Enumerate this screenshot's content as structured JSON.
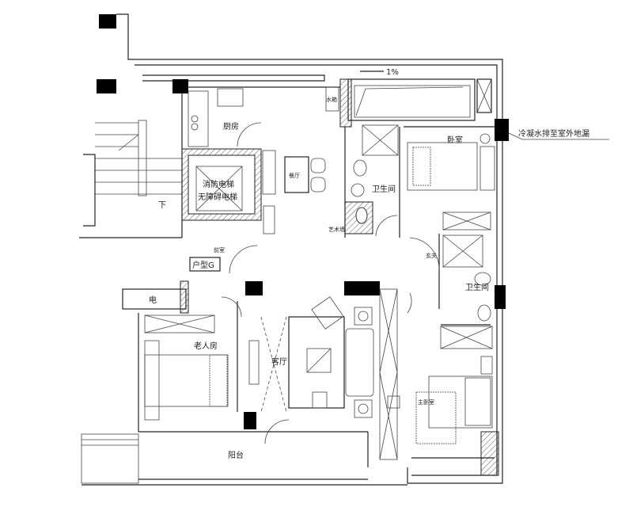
{
  "plan": {
    "unit_type": "户型G",
    "slope": "1%",
    "condensate_note": "冷凝水排至室外地漏",
    "rooms": {
      "bedroom": "卧室",
      "water_tank": "水箱",
      "kitchen": "厨房",
      "elevator_fire": "消防电梯",
      "elevator_accessible": "无障碍电梯",
      "dining": "餐厅",
      "stair_down": "下",
      "bathroom_1": "卫生间",
      "bathroom_2": "卫生间",
      "feature_wall": "艺术墙",
      "front_room": "前室",
      "foyer": "玄关",
      "electric": "电",
      "elder_room": "老人房",
      "living_room": "客厅",
      "master_bedroom": "主卧室",
      "balcony": "阳台"
    }
  }
}
